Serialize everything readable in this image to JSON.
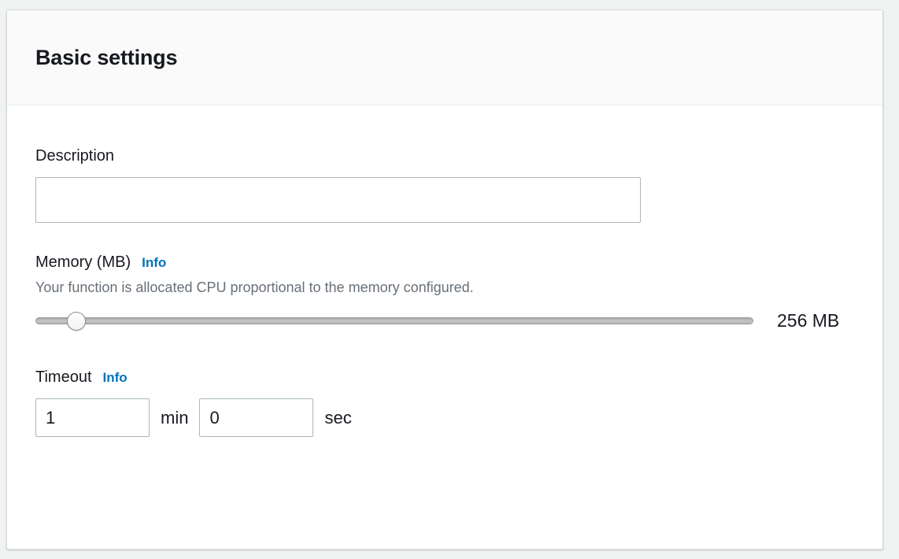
{
  "panel": {
    "title": "Basic settings"
  },
  "description": {
    "label": "Description",
    "value": "",
    "placeholder": ""
  },
  "memory": {
    "label": "Memory (MB)",
    "info_label": "Info",
    "helper_text": "Your function is allocated CPU proportional to the memory configured.",
    "value_label": "256 MB",
    "value": 256,
    "min": 128,
    "max": 3008,
    "step": 64
  },
  "timeout": {
    "label": "Timeout",
    "info_label": "Info",
    "minutes_value": "1",
    "minutes_unit": "min",
    "seconds_value": "0",
    "seconds_unit": "sec"
  },
  "colors": {
    "accent_link": "#0073bb",
    "text_primary": "#16191f",
    "text_secondary": "#687078",
    "input_border": "#aab7b8",
    "header_background": "#fafafa",
    "page_background": "#f1f3f3"
  }
}
